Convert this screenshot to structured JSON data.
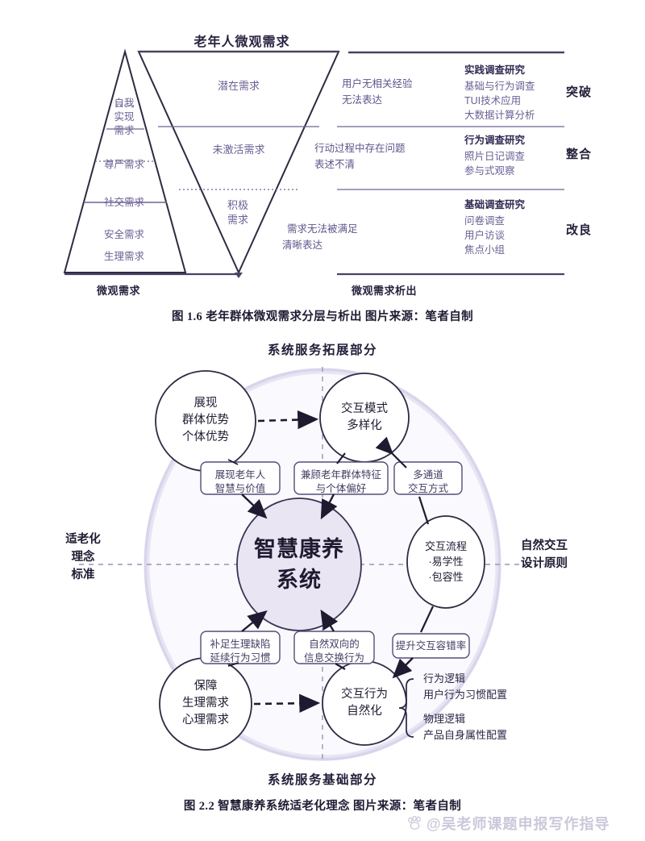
{
  "figure1": {
    "title": "老年人微观需求",
    "pyramid": {
      "tiers": [
        {
          "label": "自我\n实现\n需求"
        },
        {
          "label": "尊严需求"
        },
        {
          "label": "社交需求"
        },
        {
          "label": "安全需求"
        },
        {
          "label": "生理需求"
        }
      ]
    },
    "funnel": {
      "tiers": [
        {
          "label": "潜在需求"
        },
        {
          "label": "未激活需求"
        },
        {
          "label": "积极\n需求"
        }
      ]
    },
    "descriptions": [
      {
        "line1": "用户无相关经验",
        "line2": "无法表达"
      },
      {
        "line1": "行动过程中存在问题",
        "line2": "表述不清"
      },
      {
        "line1": "需求无法被满足",
        "line2": "清晰表达"
      }
    ],
    "research": [
      {
        "head": "实践调查研究",
        "items": [
          "基础与行为调查",
          "TUI技术应用",
          "大数据计算分析"
        ]
      },
      {
        "head": "行为调查研究",
        "items": [
          "照片日记调查",
          "参与式观察"
        ]
      },
      {
        "head": "基础调查研究",
        "items": [
          "问卷调查",
          "用户访谈",
          "焦点小组"
        ]
      }
    ],
    "stages": [
      "突破",
      "整合",
      "改良"
    ],
    "footer_left": "微观需求",
    "footer_right": "微观需求析出",
    "caption": "图 1.6 老年群体微观需求分层与析出 图片来源：笔者自制"
  },
  "figure2": {
    "top_title": "系统服务拓展部分",
    "bottom_title": "系统服务基础部分",
    "left_label": "适老化\n理念\n标准",
    "right_label": "自然交互\n设计原则",
    "center_node": "智慧康养\n系统",
    "nodes": {
      "top_left": "展现\n群体优势\n个体优势",
      "top_right": "交互模式\n多样化",
      "right_mid": "交互流程\n·易学性\n·包容性",
      "bottom_left": "保障\n生理需求\n心理需求",
      "bottom_right": "交互行为\n自然化"
    },
    "boxes": {
      "b1": "展现老年人\n智慧与价值",
      "b2": "兼顾老年群体特征\n与个体偏好",
      "b3": "多通道\n交互方式",
      "b4": "补足生理缺陷\n延续行为习惯",
      "b5": "自然双向的\n信息交换行为",
      "b6": "提升交互容错率"
    },
    "brace": {
      "item1_head": "行为逻辑",
      "item1_sub": "用户行为习惯配置",
      "item2_head": "物理逻辑",
      "item2_sub": "产品自身属性配置"
    },
    "caption": "图 2.2 智慧康养系统适老化理念 图片来源：笔者自制"
  },
  "watermark": {
    "icon": "paw-icon",
    "text": "@吴老师课题申报写作指导"
  },
  "colors": {
    "accent_purple": "#6b5f93",
    "line_dark": "#2f2a42",
    "line_purple": "#6e6490",
    "center_fill": "#ece9f5",
    "ring_stroke": "#cdc6e4"
  }
}
